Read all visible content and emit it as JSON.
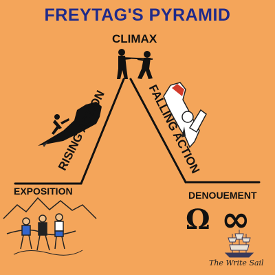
{
  "title": "FREYTAG'S PYRAMID",
  "labels": {
    "climax": "CLIMAX",
    "rising_action": "RISING ACTION",
    "falling_action": "FALLING ACTION",
    "exposition": "EXPOSITION",
    "denouement": "DENOUEMENT"
  },
  "symbols": {
    "omega": "Ω",
    "infinity": "∞"
  },
  "brand": "The Write Sail",
  "colors": {
    "background": "#f4a55a",
    "title": "#1f2a8a",
    "lines": "#111111"
  },
  "icons": [
    "tug-of-war-icon",
    "rock-climber-icon",
    "falling-person-icon",
    "hikers-mountains-icon",
    "sailing-ship-icon"
  ]
}
